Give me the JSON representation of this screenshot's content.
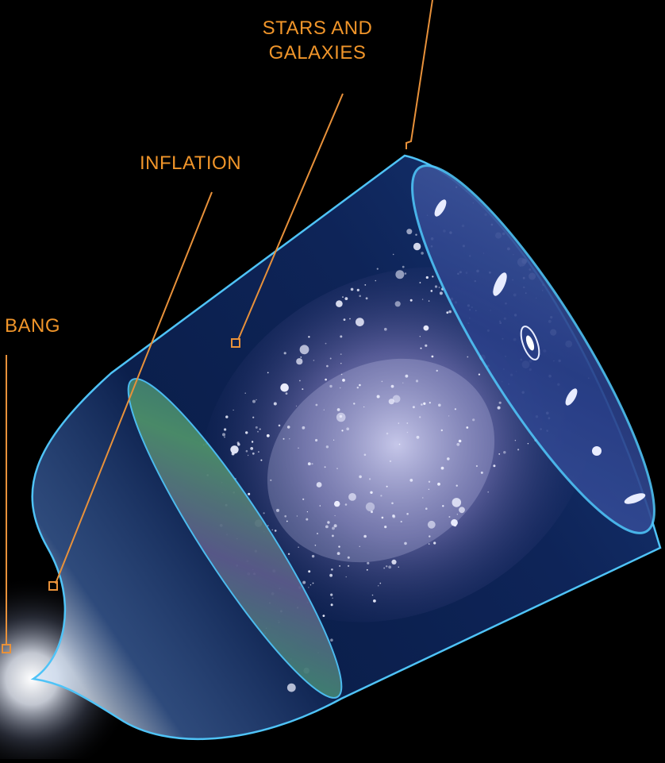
{
  "labels": {
    "big_bang": "BANG",
    "inflation": "INFLATION",
    "stars_line1": "STARS AND",
    "stars_line2": "GALAXIES"
  },
  "colors": {
    "background": "#000000",
    "label": "#F0952A",
    "callout_line": "#E8913A",
    "cone_outline": "#4FC3F7",
    "cone_fill": "#0A1E4A",
    "cmb_surface": "#3A7A6A",
    "galaxy_glow": "#E0E6FF"
  }
}
